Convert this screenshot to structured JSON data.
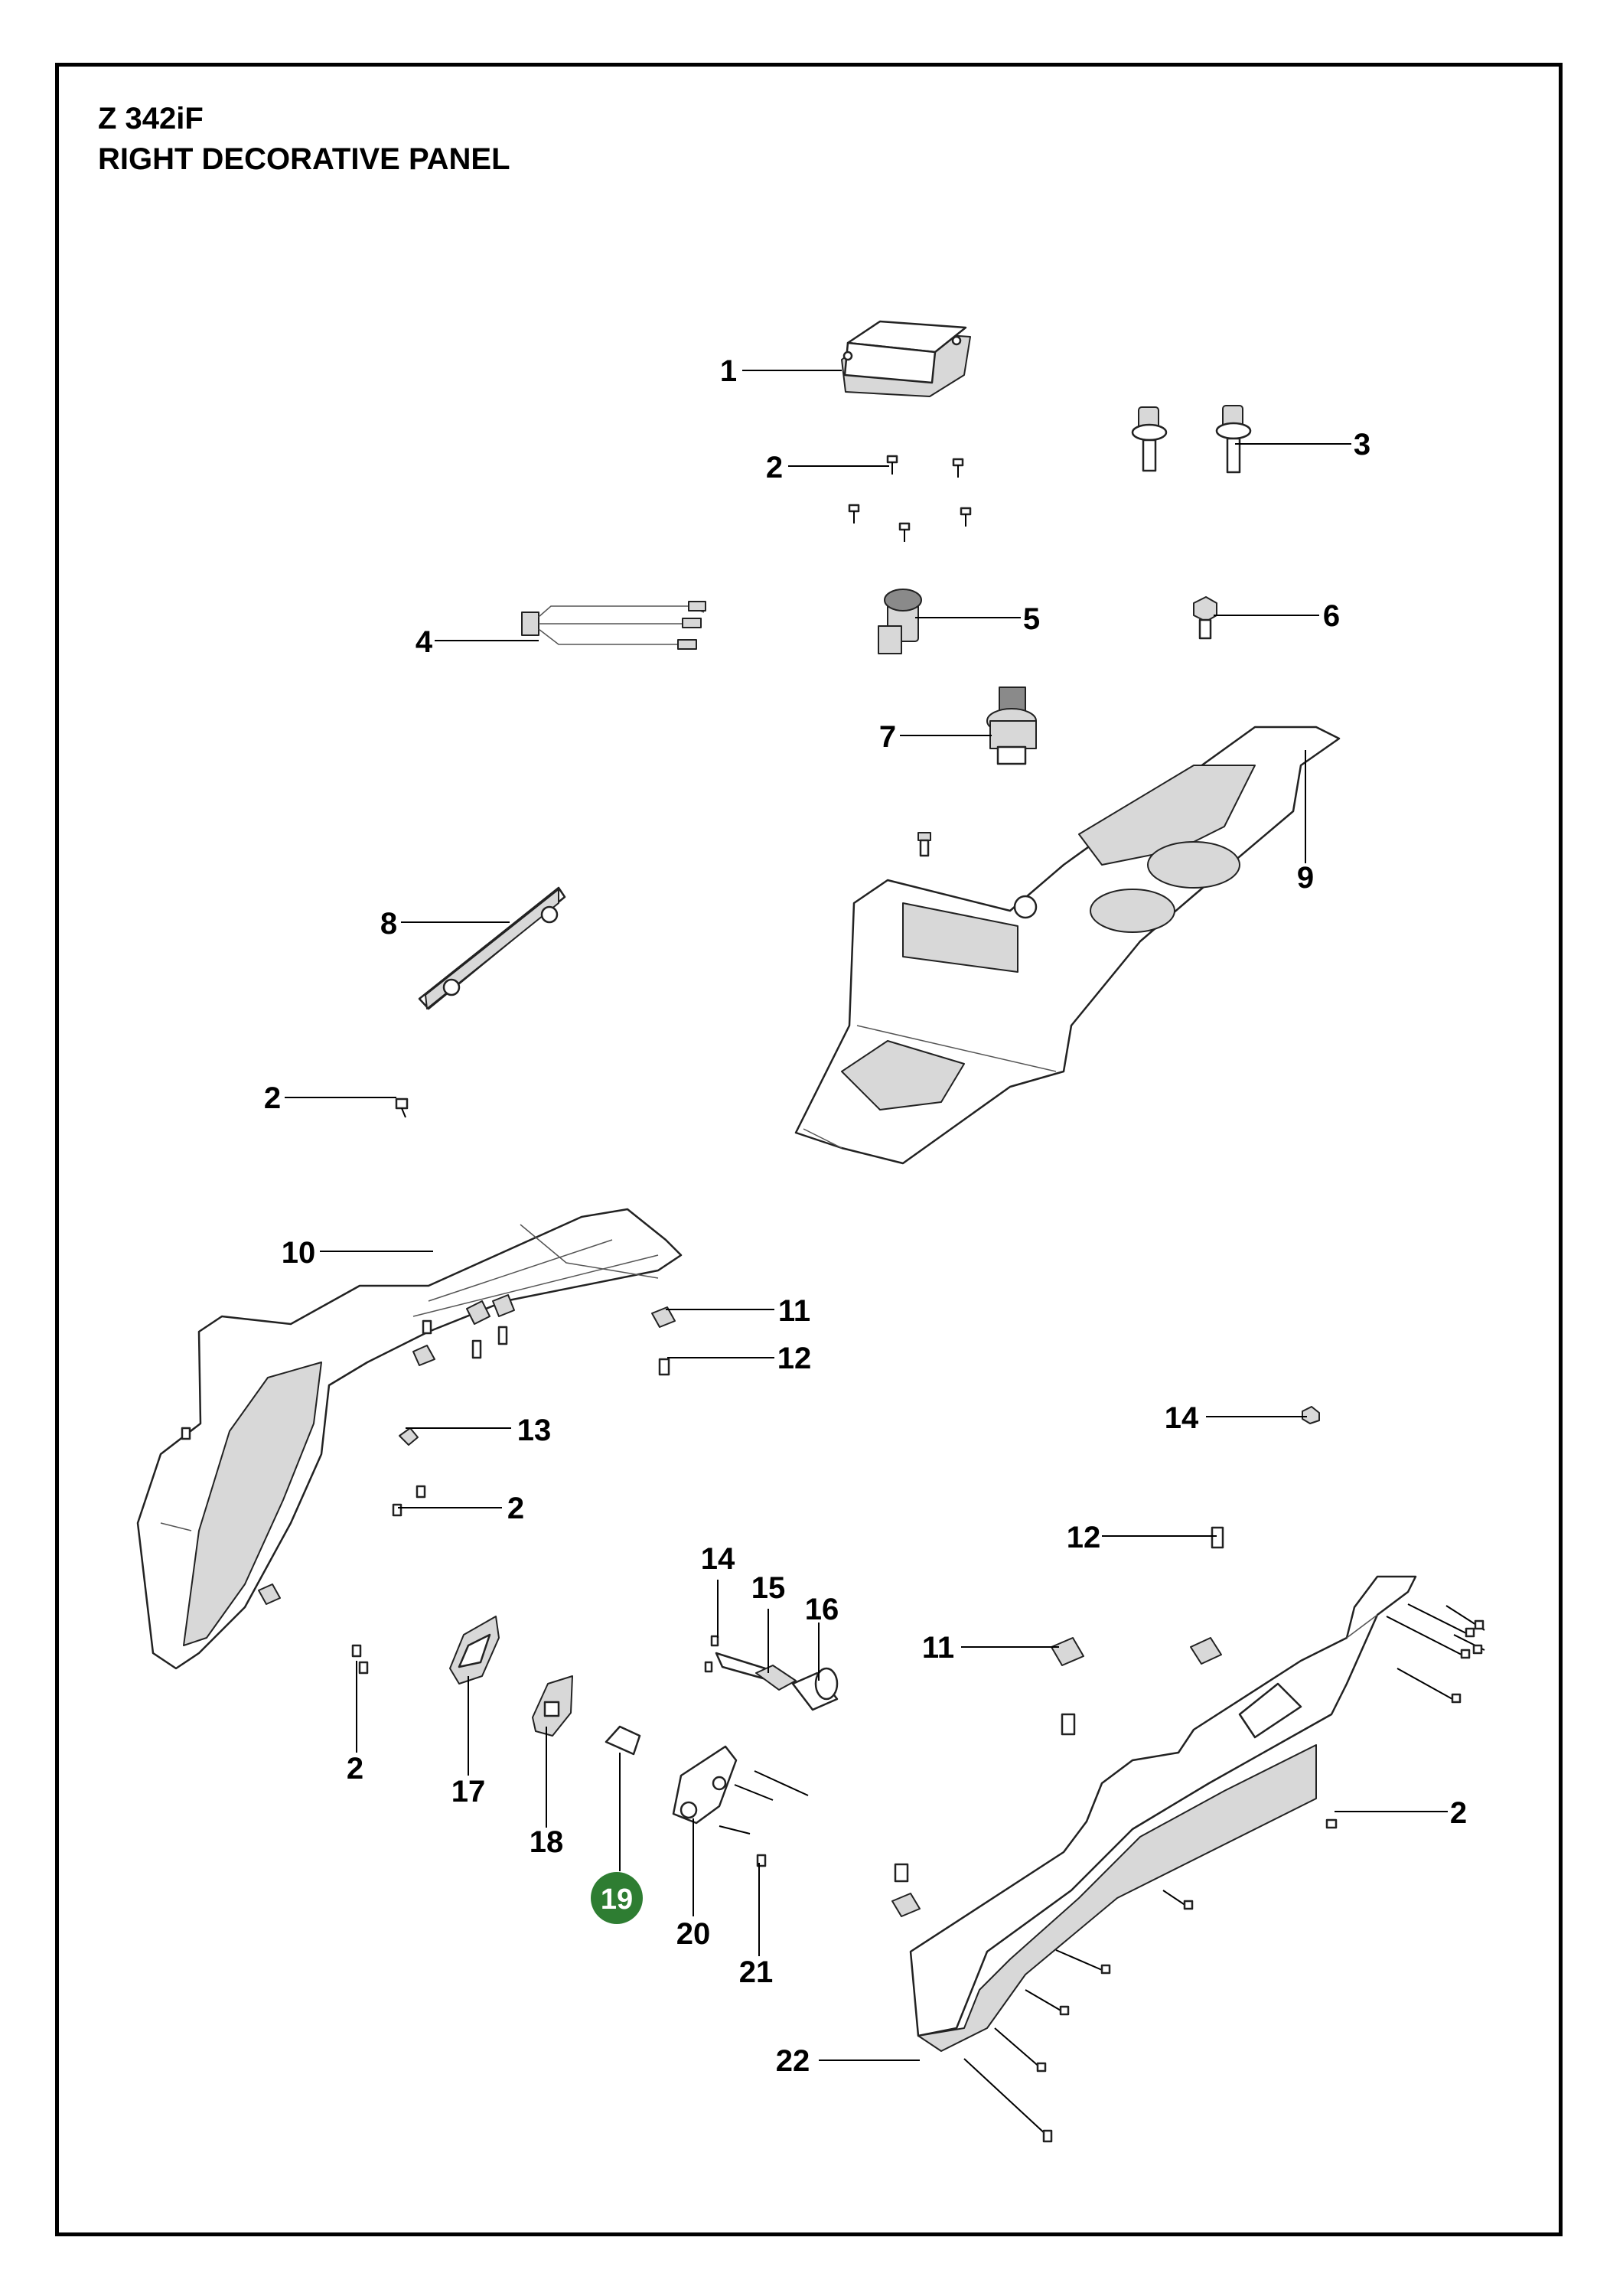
{
  "header": {
    "model": "Z 342iF",
    "title": "RIGHT DECORATIVE PANEL"
  },
  "highlight_color": "#2e7d32",
  "callouts": [
    {
      "id": "c1",
      "text": "1"
    },
    {
      "id": "c2a",
      "text": "2"
    },
    {
      "id": "c3",
      "text": "3"
    },
    {
      "id": "c4",
      "text": "4"
    },
    {
      "id": "c5",
      "text": "5"
    },
    {
      "id": "c6",
      "text": "6"
    },
    {
      "id": "c7",
      "text": "7"
    },
    {
      "id": "c8",
      "text": "8"
    },
    {
      "id": "c9",
      "text": "9"
    },
    {
      "id": "c2b",
      "text": "2"
    },
    {
      "id": "c10",
      "text": "10"
    },
    {
      "id": "c11a",
      "text": "11"
    },
    {
      "id": "c12a",
      "text": "12"
    },
    {
      "id": "c13",
      "text": "13"
    },
    {
      "id": "c14a",
      "text": "14"
    },
    {
      "id": "c2c",
      "text": "2"
    },
    {
      "id": "c12b",
      "text": "12"
    },
    {
      "id": "c14b",
      "text": "14"
    },
    {
      "id": "c15",
      "text": "15"
    },
    {
      "id": "c16",
      "text": "16"
    },
    {
      "id": "c11b",
      "text": "11"
    },
    {
      "id": "c2d",
      "text": "2"
    },
    {
      "id": "c17",
      "text": "17"
    },
    {
      "id": "c2e",
      "text": "2"
    },
    {
      "id": "c18",
      "text": "18"
    },
    {
      "id": "c19",
      "text": "19",
      "highlighted": true
    },
    {
      "id": "c20",
      "text": "20"
    },
    {
      "id": "c21",
      "text": "21"
    },
    {
      "id": "c22",
      "text": "22"
    }
  ]
}
